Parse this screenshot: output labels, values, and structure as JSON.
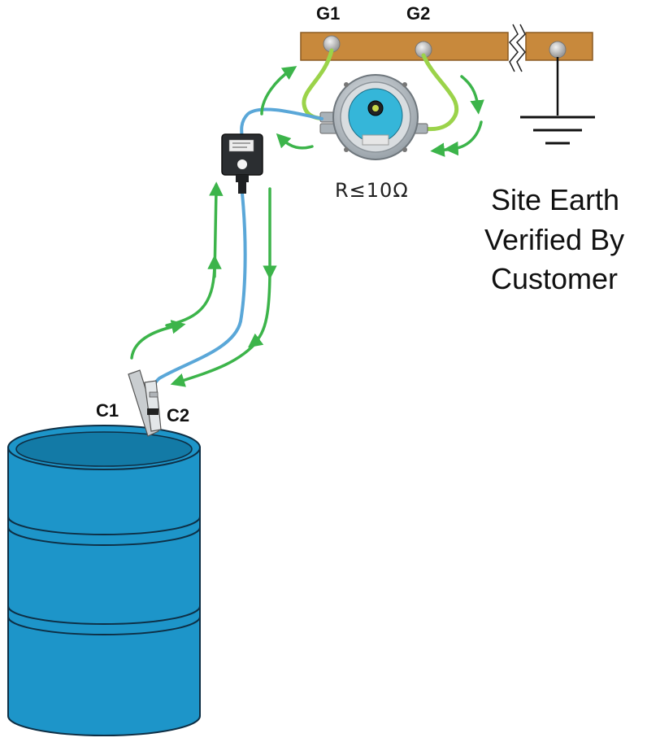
{
  "labels": {
    "g1": "G1",
    "g2": "G2",
    "c1": "C1",
    "c2": "C2",
    "resistance": "R≤10Ω",
    "site_earth": [
      "Site Earth",
      "Verified By",
      "Customer"
    ]
  },
  "colors": {
    "bus_bar": "#c8893c",
    "bus_bar_edge": "#8a5a22",
    "drum": "#1d95c9",
    "drum_dark": "#137aa6",
    "drum_outline": "#0e2f45",
    "cable_green": "#9bd34a",
    "cable_blue": "#5aa7d8",
    "arrow_green": "#3cb44a",
    "earth_line": "#111111"
  },
  "icons": {
    "monitor": "static-earth-monitor-icon",
    "junction_box": "junction-box-icon",
    "clamp": "earthing-clamp-icon",
    "earth": "ground-symbol-icon",
    "drum": "metal-drum-icon"
  }
}
